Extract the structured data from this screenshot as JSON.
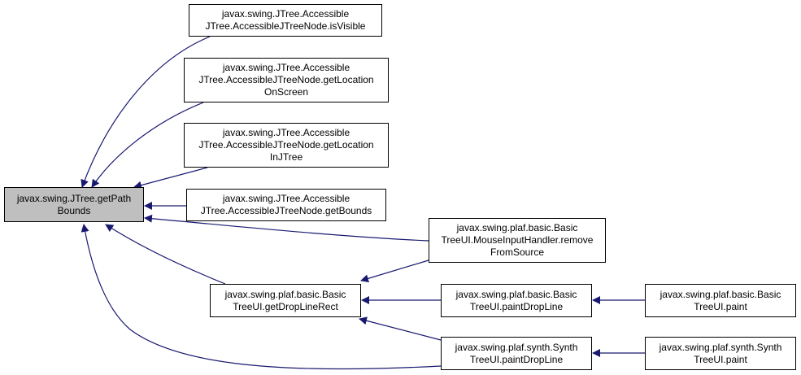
{
  "colors": {
    "edge": "#191970",
    "root_fill": "#bfbfbf",
    "node_fill": "#ffffff",
    "border": "#000000"
  },
  "nodes": {
    "root": {
      "lines": [
        "javax.swing.JTree.getPath",
        "Bounds"
      ]
    },
    "n1": {
      "lines": [
        "javax.swing.JTree.Accessible",
        "JTree.AccessibleJTreeNode.isVisible"
      ]
    },
    "n2": {
      "lines": [
        "javax.swing.JTree.Accessible",
        "JTree.AccessibleJTreeNode.getLocation",
        "OnScreen"
      ]
    },
    "n3": {
      "lines": [
        "javax.swing.JTree.Accessible",
        "JTree.AccessibleJTreeNode.getLocation",
        "InJTree"
      ]
    },
    "n4": {
      "lines": [
        "javax.swing.JTree.Accessible",
        "JTree.AccessibleJTreeNode.getBounds"
      ]
    },
    "n5": {
      "lines": [
        "javax.swing.plaf.basic.Basic",
        "TreeUI.MouseInputHandler.remove",
        "FromSource"
      ]
    },
    "n6": {
      "lines": [
        "javax.swing.plaf.basic.Basic",
        "TreeUI.getDropLineRect"
      ]
    },
    "n7": {
      "lines": [
        "javax.swing.plaf.basic.Basic",
        "TreeUI.paintDropLine"
      ]
    },
    "n8": {
      "lines": [
        "javax.swing.plaf.basic.Basic",
        "TreeUI.paint"
      ]
    },
    "n9": {
      "lines": [
        "javax.swing.plaf.synth.Synth",
        "TreeUI.paintDropLine"
      ]
    },
    "n10": {
      "lines": [
        "javax.swing.plaf.synth.Synth",
        "TreeUI.paint"
      ]
    }
  }
}
